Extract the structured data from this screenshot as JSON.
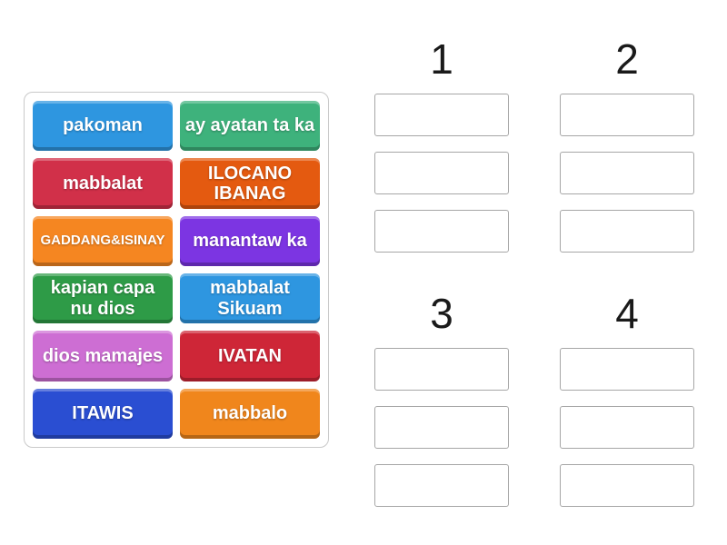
{
  "tiles": [
    {
      "label": "pakoman",
      "color": "#2e96e0"
    },
    {
      "label": "ay ayatan ta ka",
      "color": "#3eb27c"
    },
    {
      "label": "mabbalat",
      "color": "#d13049"
    },
    {
      "label": "ILOCANO IBANAG",
      "color": "#e45a10"
    },
    {
      "label": "GADDANG&ISINAY",
      "color": "#f58621"
    },
    {
      "label": "manantaw ka",
      "color": "#7c35e2"
    },
    {
      "label": "kapian capa nu dios",
      "color": "#2e9b47"
    },
    {
      "label": "mabbalat Sikuam",
      "color": "#2e96e0"
    },
    {
      "label": "dios mamajes",
      "color": "#cd6ed3"
    },
    {
      "label": "IVATAN",
      "color": "#ce2637"
    },
    {
      "label": "ITAWIS",
      "color": "#2a4ed2"
    },
    {
      "label": "mabbalo",
      "color": "#f0861c"
    }
  ],
  "groups": [
    {
      "label": "1",
      "slot_count": 3
    },
    {
      "label": "2",
      "slot_count": 3
    },
    {
      "label": "3",
      "slot_count": 3
    },
    {
      "label": "4",
      "slot_count": 3
    }
  ],
  "colors": {
    "background": "#ffffff",
    "panel_border": "#c9c9c9",
    "slot_border": "#a6a6a6",
    "header_text": "#1a1a1a",
    "tile_text": "#ffffff"
  }
}
